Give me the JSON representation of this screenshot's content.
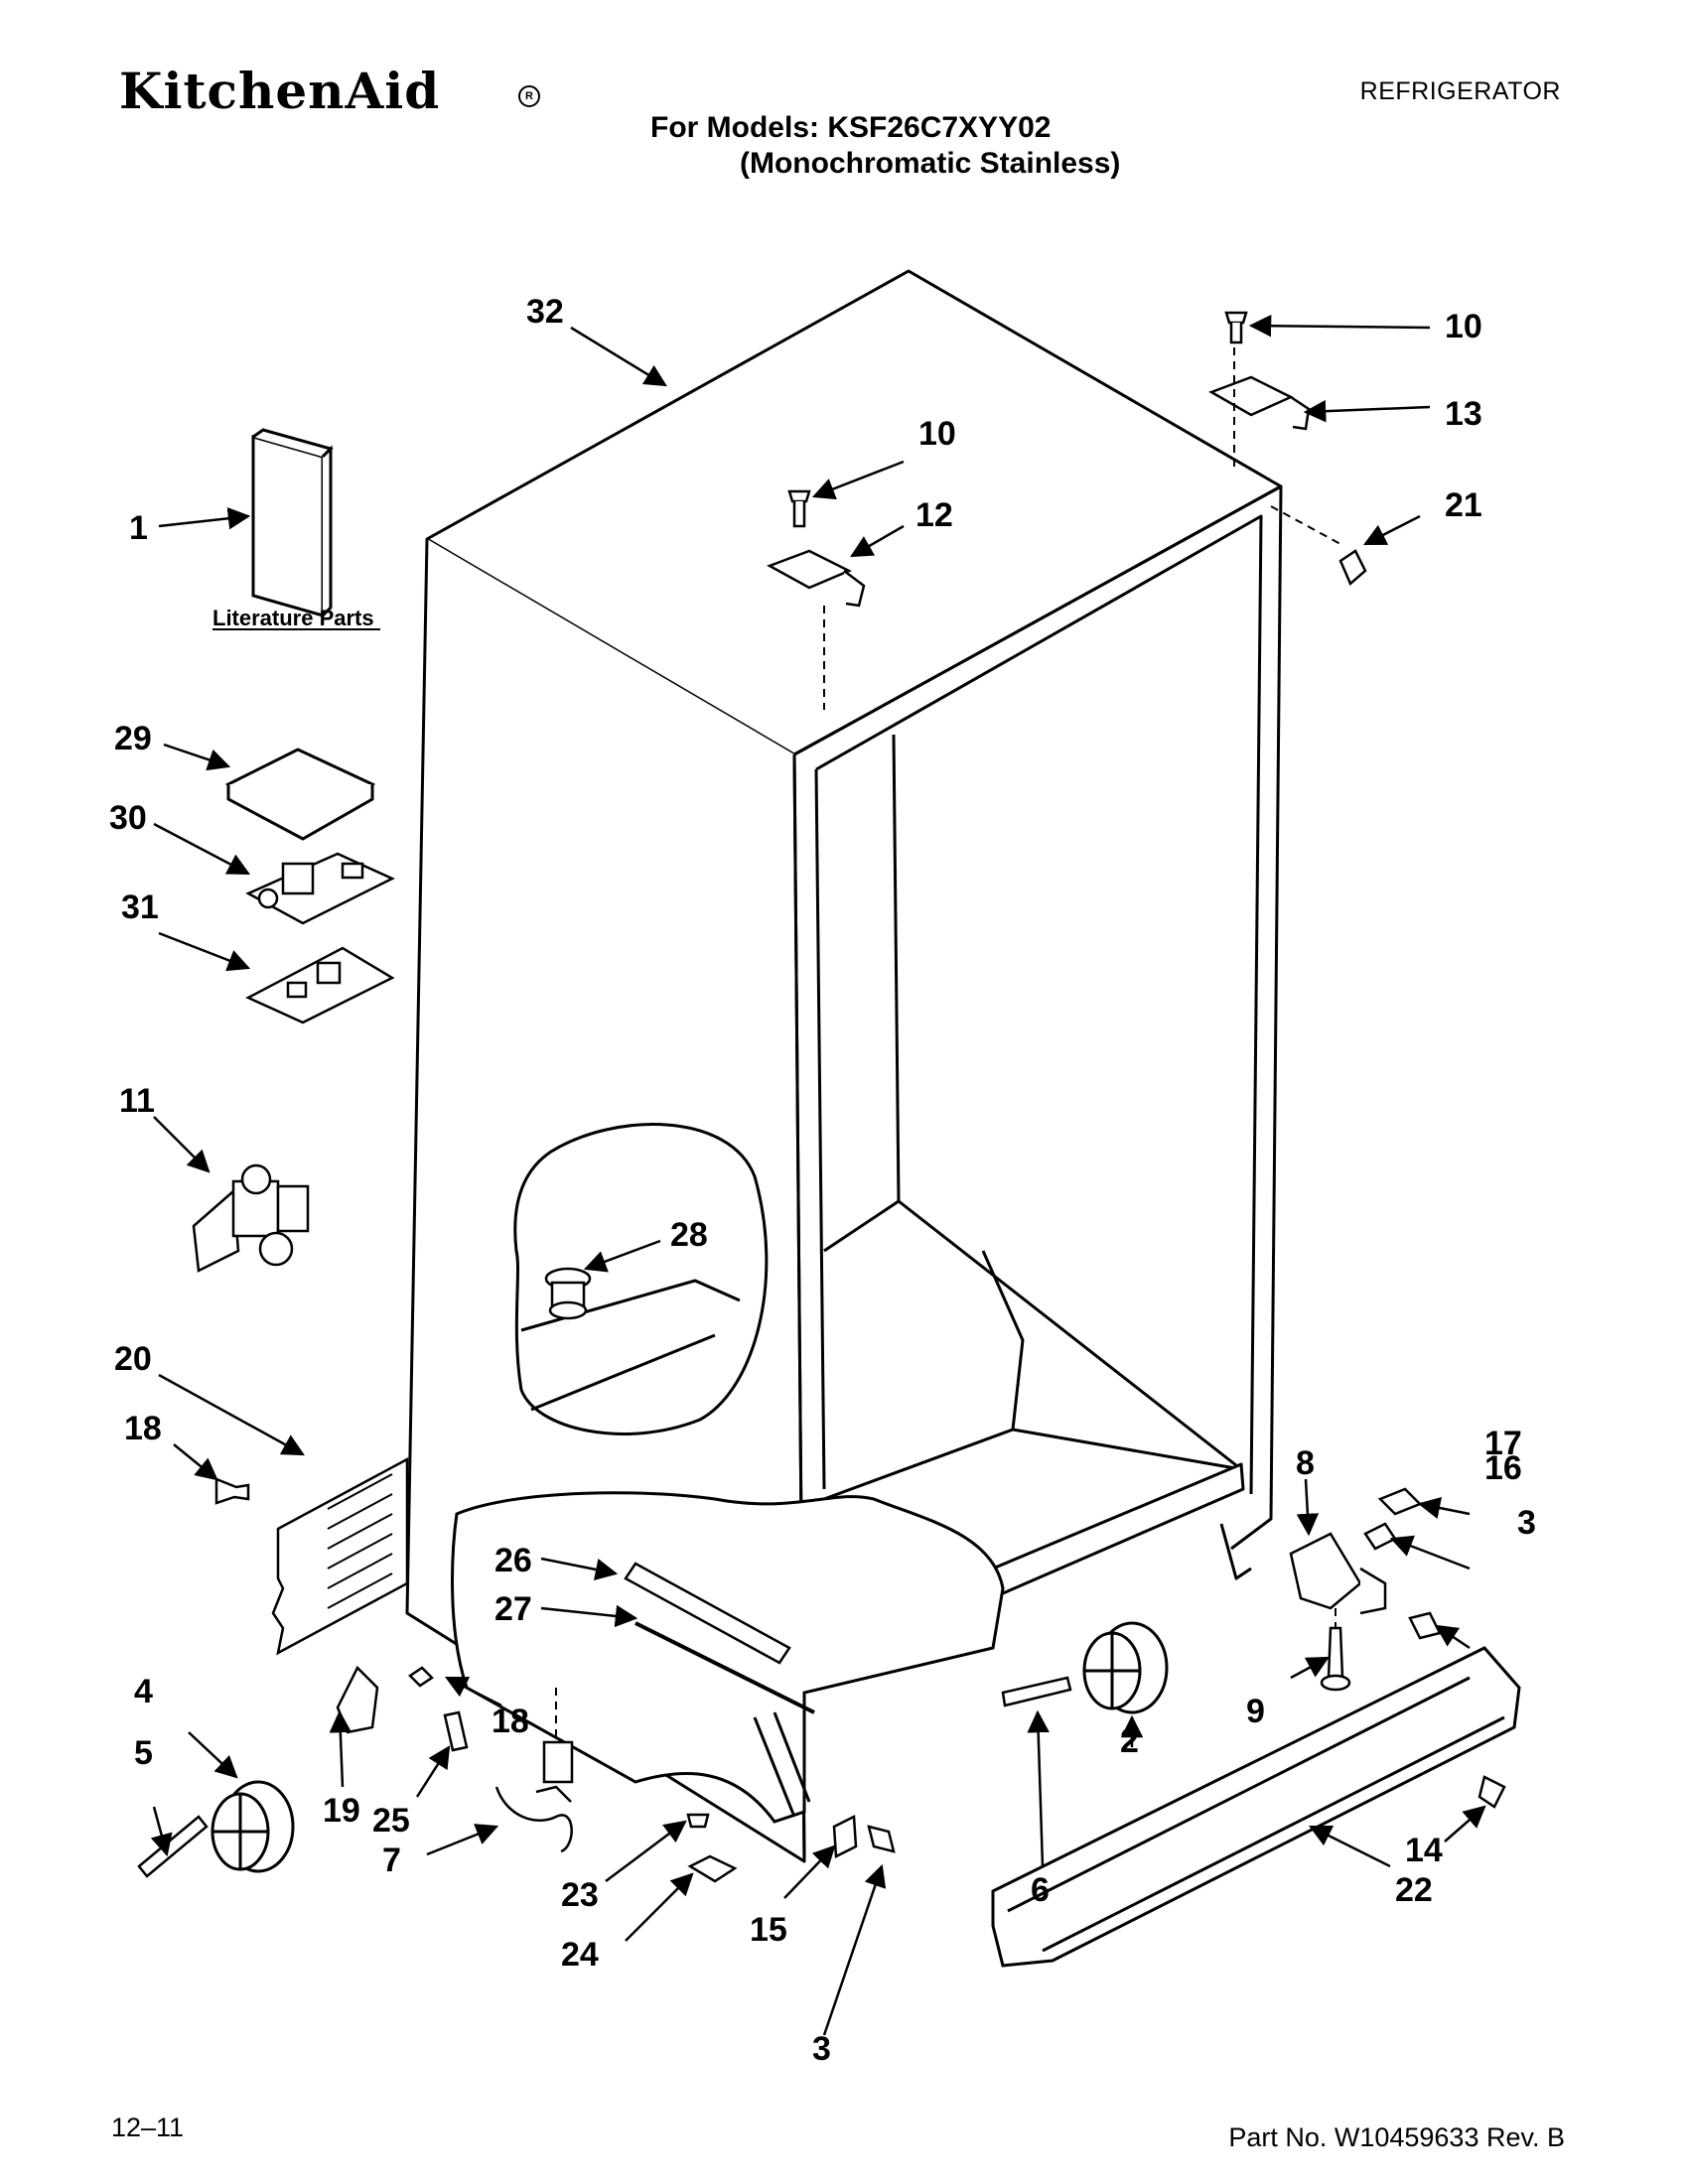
{
  "header": {
    "brand": "KitchenAid",
    "category": "REFRIGERATOR",
    "models_line": "For Models: KSF26C7XYY02",
    "finish_line": "(Monochromatic Stainless)"
  },
  "diagram": {
    "literature_label": "Literature Parts",
    "callouts": [
      "1",
      "2",
      "3",
      "3",
      "4",
      "5",
      "6",
      "7",
      "8",
      "9",
      "10",
      "10",
      "11",
      "12",
      "13",
      "14",
      "15",
      "16",
      "17",
      "18",
      "18",
      "19",
      "20",
      "21",
      "22",
      "23",
      "24",
      "25",
      "26",
      "27",
      "28",
      "29",
      "30",
      "31",
      "32"
    ]
  },
  "footer": {
    "date": "12–11",
    "part_no": "Part No. W10459633 Rev. B"
  }
}
